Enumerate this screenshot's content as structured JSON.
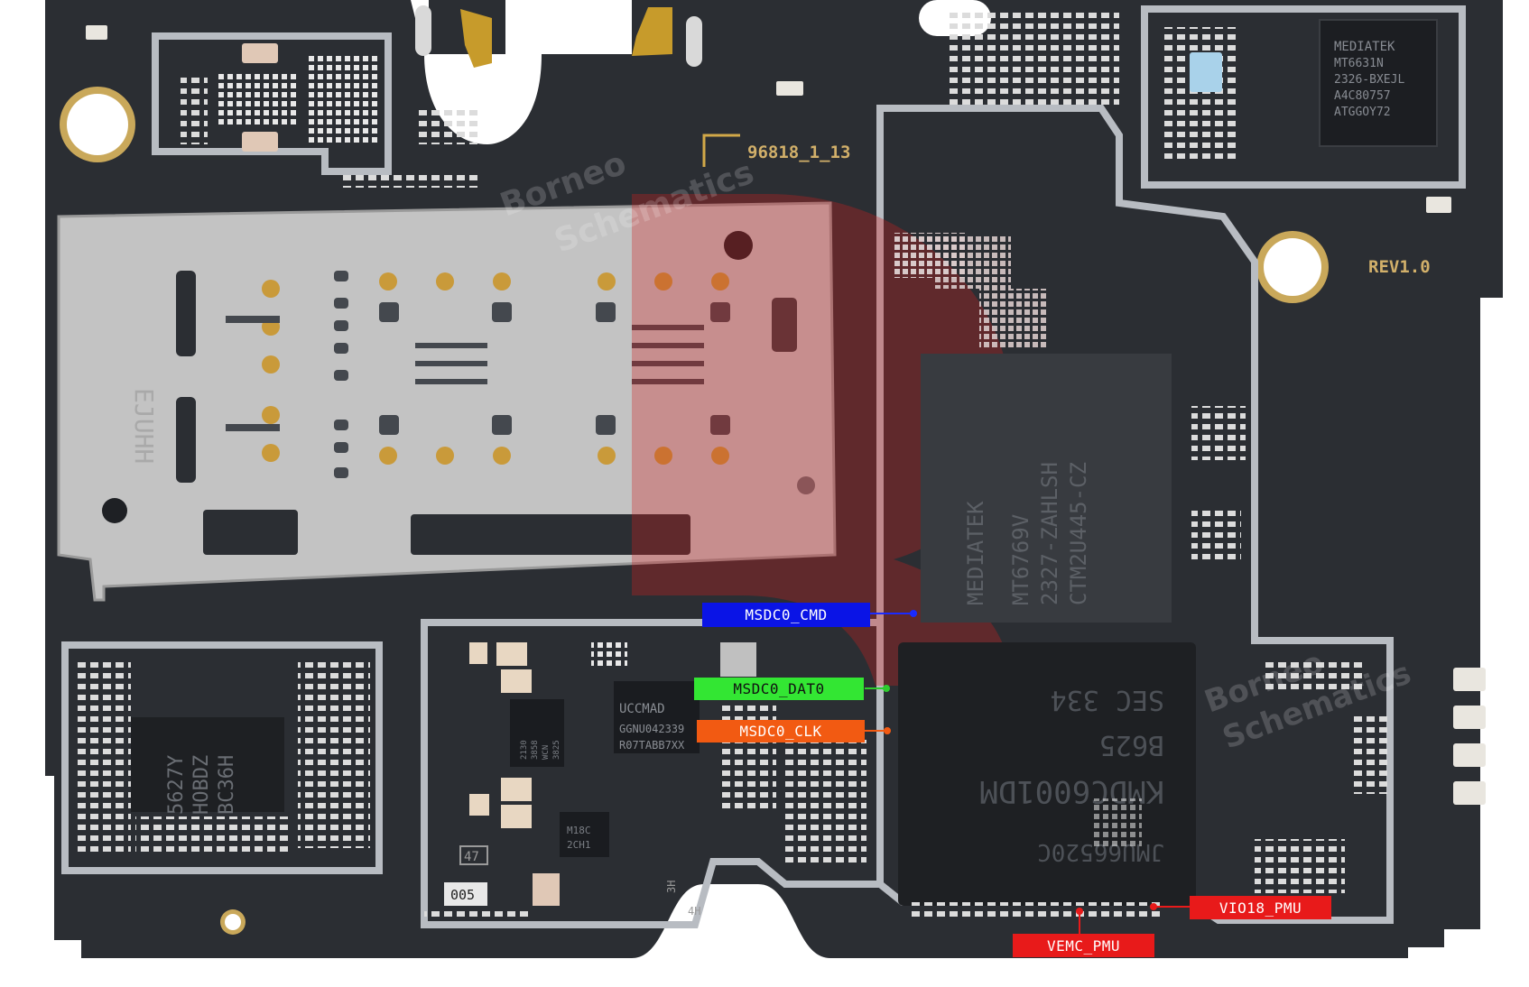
{
  "board": {
    "silkscreen": {
      "board_code": "96818_1_13",
      "revision": "REV1.0",
      "code_005": "005",
      "code_47": "47",
      "code_3h": "3H",
      "code_4h": "4H"
    },
    "chips": {
      "mediatek_wifi": [
        "MEDIATEK",
        "MT6631N",
        "2326-BXEJL",
        "A4C80757",
        "ATGGOY72"
      ],
      "soc": [
        "MEDIATEK",
        "MT6769V",
        "2327-ZAHLSH",
        "CTM2U445-CZ"
      ],
      "memory": [
        "JMU66520C",
        "KMDC6001DM",
        "B625",
        "SEC 334"
      ],
      "pmic_left": [
        "5627Y",
        "HOBDZ",
        "BC36H"
      ],
      "uccmad": [
        "UCCMAD",
        "GGNU042339",
        "R07TABB7XX"
      ],
      "small_chip": [
        "2130",
        "3858",
        "WCN",
        "3825"
      ],
      "m18c": [
        "M18C",
        "2CH1"
      ]
    },
    "sim_tray_text": "EJUHH",
    "watermark": [
      "Borneo",
      "Schematics"
    ]
  },
  "annotations": [
    {
      "id": "msdc0-cmd",
      "text": "MSDC0_CMD",
      "bg": "#0a14e6",
      "fg": "#ffffff"
    },
    {
      "id": "msdc0-dat0",
      "text": "MSDC0_DAT0",
      "bg": "#33e633",
      "fg": "#111111"
    },
    {
      "id": "msdc0-clk",
      "text": "MSDC0_CLK",
      "bg": "#f25a12",
      "fg": "#ffffff"
    },
    {
      "id": "vio18-pmu",
      "text": "VIO18_PMU",
      "bg": "#e81a1a",
      "fg": "#ffffff"
    },
    {
      "id": "vemc-pmu",
      "text": "VEMC_PMU",
      "bg": "#e81a1a",
      "fg": "#ffffff"
    }
  ]
}
